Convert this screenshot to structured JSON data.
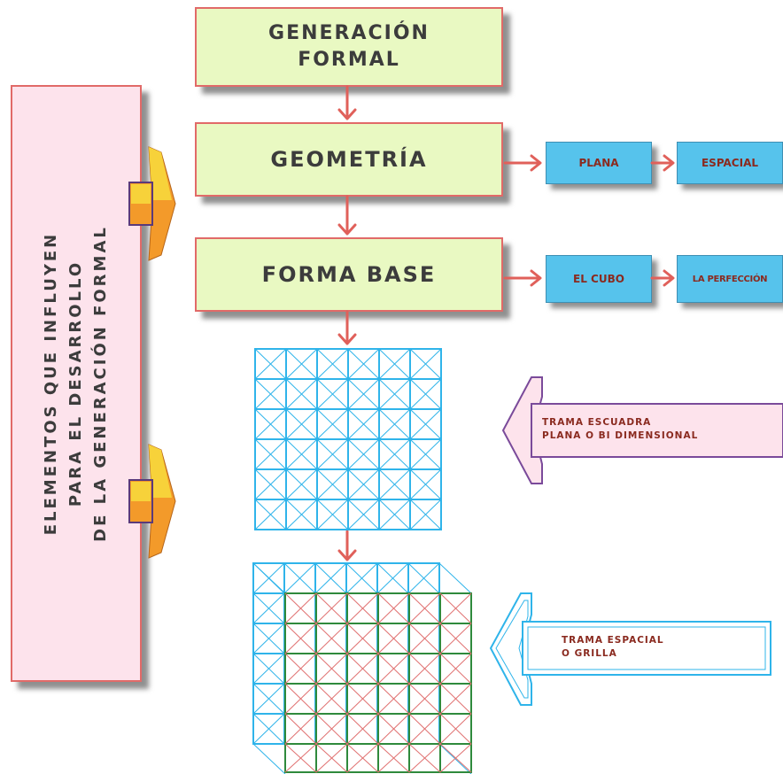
{
  "main_flow": {
    "generacion": {
      "line1": "GENERACIÓN",
      "line2": "FORMAL"
    },
    "geometria": "GEOMETRÍA",
    "forma_base": "FORMA BASE"
  },
  "side_panel": {
    "line1": "ELEMENTOS QUE INFLUYEN",
    "line2": "PARA EL DESARROLLO",
    "line3": "DE LA GENERACIÓN FORMAL"
  },
  "geometria_branch": {
    "plana": "PLANA",
    "espacial": "ESPACIAL"
  },
  "forma_base_branch": {
    "cubo": "EL CUBO",
    "perfeccion": "LA PERFECCIÓN"
  },
  "trama_escuadra": {
    "line1": "TRAMA ESCUADRA",
    "line2": "PLANA O BI DIMENSIONAL"
  },
  "trama_espacial": {
    "line1": "TRAMA ESPACIAL",
    "line2": "O GRILLA"
  },
  "colors": {
    "box_fill": "#e9f9c2",
    "box_border": "#e16a68",
    "arrow": "#e0605a",
    "blue_box": "#56c3ec",
    "grid_blue": "#2fb4ea",
    "grid_green": "#2f8a3c",
    "grid_red": "#e07070",
    "panel_pink": "#fde3ec",
    "bracket_yellow": "#f7d23a",
    "bracket_orange": "#f39a2a"
  }
}
